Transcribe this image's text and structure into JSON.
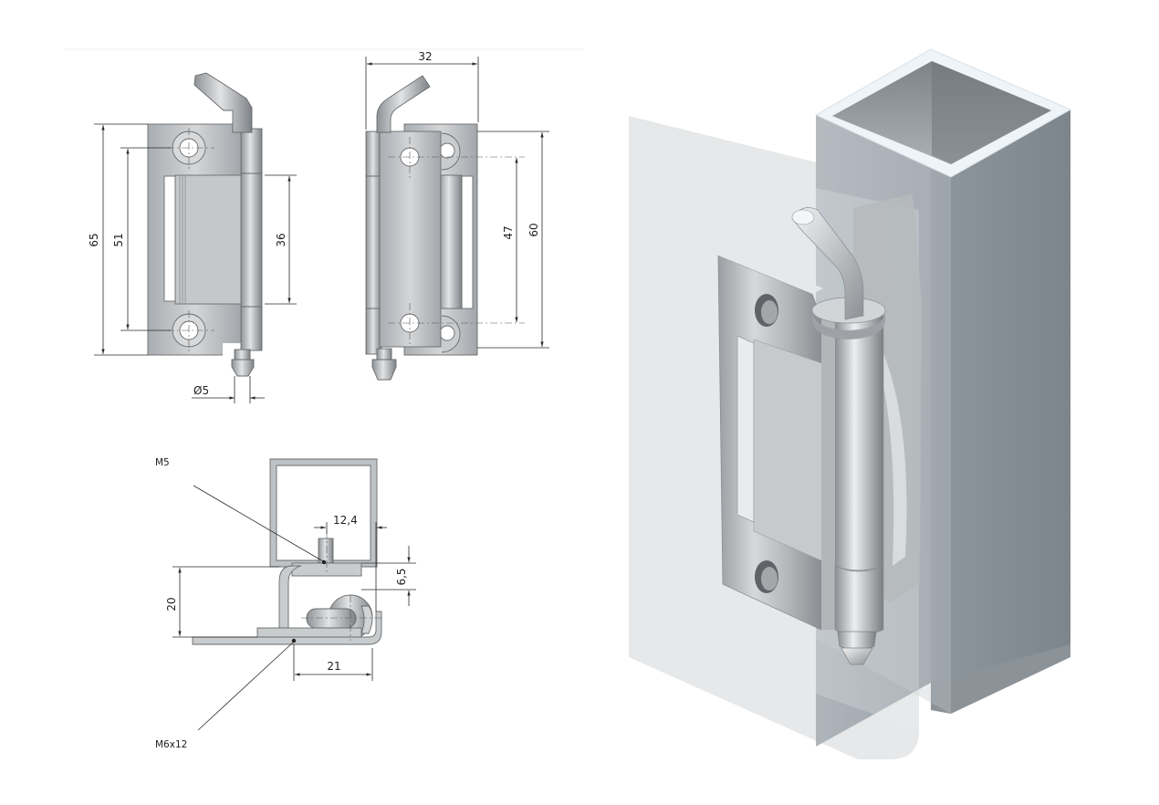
{
  "drawing": {
    "front_view": {
      "height_overall": "65",
      "hole_spacing": "51",
      "leaf_window": "36",
      "pin_diameter": "Ø5"
    },
    "side_view": {
      "width_overall": "32",
      "height": "60",
      "hole_spacing": "47"
    },
    "top_view": {
      "height": "20",
      "offset": "12,4",
      "leaf_thickness": "6,5",
      "depth": "21",
      "thread_top": "M5",
      "thread_bottom": "M6x12"
    }
  },
  "colors": {
    "metal": "#b9bcbf",
    "metal_dark": "#8c9094",
    "tube": "#9ea6ad",
    "glass": "#e6e8ea",
    "line": "#2a2a2a"
  }
}
